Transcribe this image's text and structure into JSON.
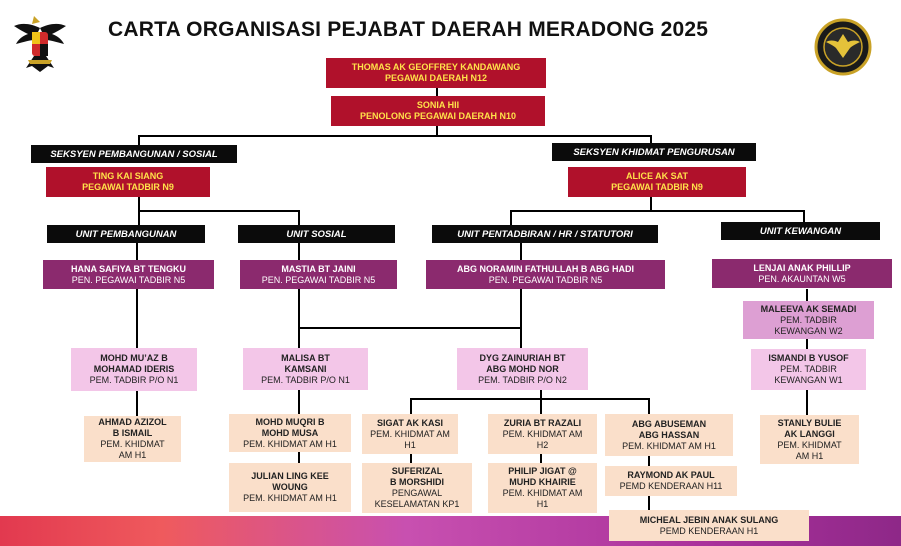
{
  "title": "CARTA ORGANISASI PEJABAT DAERAH MERADONG  2025",
  "top": [
    {
      "name": "THOMAS AK GEOFFREY KANDAWANG",
      "post": "PEGAWAI DAERAH N12"
    },
    {
      "name": "SONIA HII",
      "post": "PENOLONG PEGAWAI DAERAH N10"
    }
  ],
  "sections": {
    "left": {
      "label": "SEKSYEN PEMBANGUNAN / SOSIAL",
      "name": "TING KAI SIANG",
      "post": "PEGAWAI TADBIR N9"
    },
    "right": {
      "label": "SEKSYEN KHIDMAT PENGURUSAN",
      "name": "ALICE AK SAT",
      "post": "PEGAWAI TADBIR N9"
    }
  },
  "units": [
    {
      "label": "UNIT PEMBANGUNAN",
      "name": "HANA SAFIYA BT TENGKU",
      "post": "PEN. PEGAWAI TADBIR N5"
    },
    {
      "label": "UNIT  SOSIAL",
      "name": "MASTIA BT JAINI",
      "post": "PEN. PEGAWAI TADBIR N5"
    },
    {
      "label": "UNIT PENTADBIRAN / HR / STATUTORI",
      "name": "ABG NORAMIN FATHULLAH B ABG HADI",
      "post": "PEN. PEGAWAI TADBIR N5"
    },
    {
      "label": "UNIT KEWANGAN",
      "name": "LENJAI ANAK PHILLIP",
      "post": "PEN. AKAUNTAN W5"
    }
  ],
  "staff": {
    "muaz": {
      "name1": "MOHD MU’AZ B",
      "name2": "MOHAMAD IDERIS",
      "post": "PEM. TADBIR P/O N1"
    },
    "azizol": {
      "name1": "AHMAD AZIZOL",
      "name2": "B ISMAIL",
      "post1": "PEM. KHIDMAT",
      "post2": "AM H1"
    },
    "malisa": {
      "name1": "MALISA BT",
      "name2": "KAMSANI",
      "post": "PEM. TADBIR P/O N1"
    },
    "zainuriah": {
      "name1": "DYG  ZAINURIAH BT",
      "name2": "ABG MOHD NOR",
      "post": "PEM. TADBIR P/O N2"
    },
    "muqri": {
      "name1": "MOHD MUQRI B",
      "name2": "MOHD MUSA",
      "post": "PEM. KHIDMAT AM H1"
    },
    "julian": {
      "name1": "JULIAN LING KEE",
      "name2": "WOUNG",
      "post": "PEM. KHIDMAT AM H1"
    },
    "sigat": {
      "name1": "SIGAT AK KASI",
      "post1": "PEM. KHIDMAT AM",
      "post2": "H1"
    },
    "suferizal": {
      "name1": "SUFERIZAL",
      "name2": "B MORSHIDI",
      "post1": "PENGAWAL",
      "post2": "KESELAMATAN KP1"
    },
    "zuria": {
      "name1": "ZURIA BT RAZALI",
      "post1": "PEM. KHIDMAT AM",
      "post2": "H2"
    },
    "philip": {
      "name1": "PHILIP JIGAT @",
      "name2": "MUHD KHAIRIE",
      "post1": "PEM. KHIDMAT AM",
      "post2": "H1"
    },
    "abuseman": {
      "name1": "ABG ABUSEMAN",
      "name2": "ABG HASSAN",
      "post": "PEM. KHIDMAT AM H1"
    },
    "raymond": {
      "name1": "RAYMOND AK PAUL",
      "post": "PEMD KENDERAAN H11"
    },
    "micheal": {
      "name1": "MICHEAL JEBIN ANAK SULANG",
      "post": "PEMD KENDERAAN H1"
    },
    "maleeva": {
      "name1": "MALEEVA AK SEMADI",
      "post1": "PEM. TADBIR",
      "post2": "KEWANGAN W2"
    },
    "ismandi": {
      "name1": "ISMANDI B YUSOF",
      "post1": "PEM. TADBIR",
      "post2": "KEWANGAN W1"
    },
    "stanly": {
      "name1": "STANLY BULIE",
      "name2": "AK LANGGI",
      "post1": "PEM. KHIDMAT",
      "post2": "AM H1"
    }
  }
}
